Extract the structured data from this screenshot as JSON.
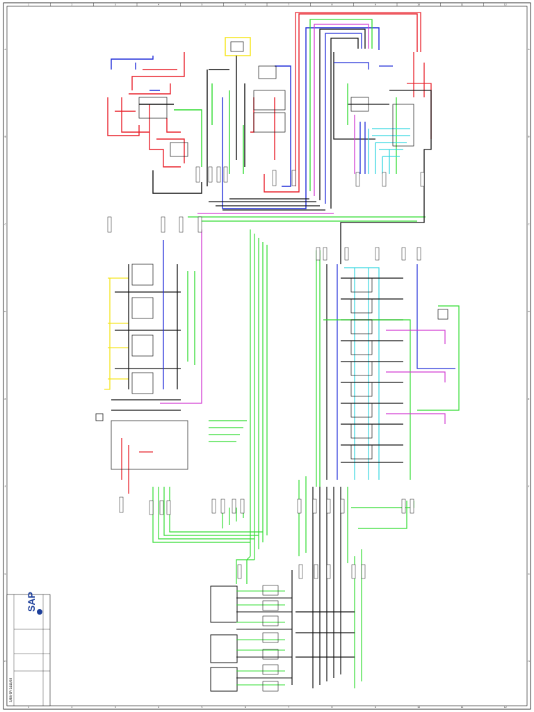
{
  "colors": {
    "red": "#e8202a",
    "blue": "#1f2bd8",
    "green": "#2fdc2f",
    "black": "#111111",
    "magenta": "#d23bd2",
    "cyan": "#33d6e0",
    "yellow": "#f5e51d",
    "logo_blue": "#1c3e9a"
  },
  "title_block": {
    "logo_text": "SAP",
    "logo_icon": "sap-logo-icon",
    "drawing_no": "3/88/-SR-1440/08"
  },
  "border": {
    "column_marks": [
      "1",
      "2",
      "3",
      "4",
      "5",
      "6",
      "7",
      "8",
      "9",
      "10",
      "11",
      "12"
    ],
    "row_marks": [
      "A",
      "B",
      "C",
      "D",
      "E",
      "F",
      "G",
      "H"
    ]
  }
}
